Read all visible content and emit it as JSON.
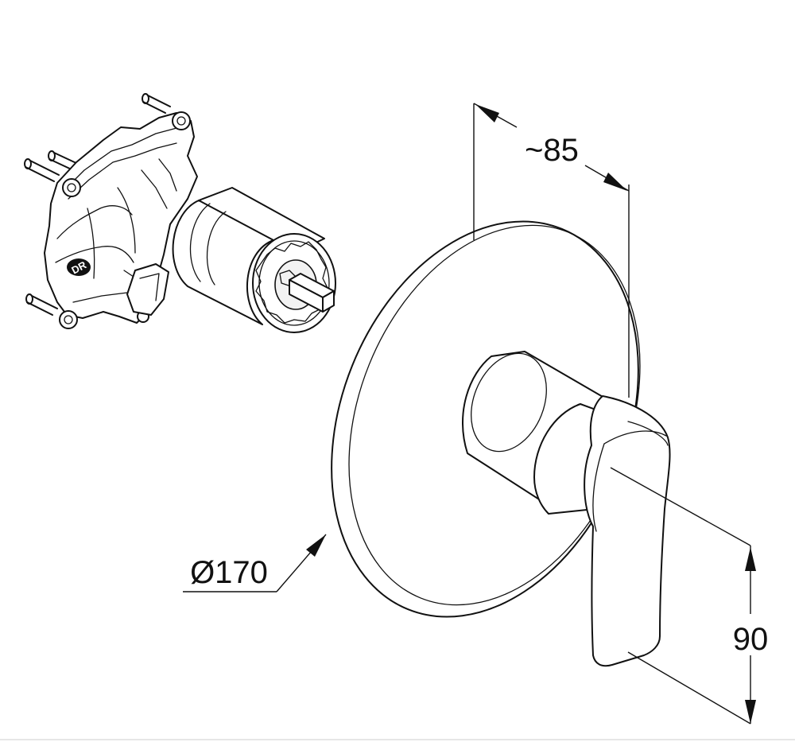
{
  "dimensions": {
    "depth_label": "~85",
    "diameter_label": "Ø170",
    "height_label": "90"
  },
  "body_marking": "DR",
  "colors": {
    "line": "#111111",
    "background": "#ffffff"
  }
}
